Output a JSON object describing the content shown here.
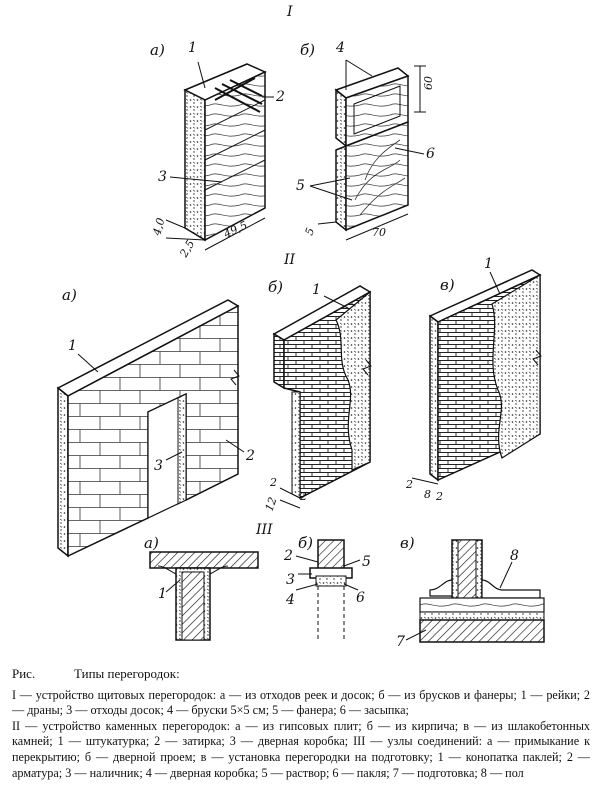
{
  "section_labels": {
    "s1": "I",
    "s2": "II",
    "s3": "III"
  },
  "panel_letters": {
    "a": "а)",
    "b": "б)",
    "v": "в)"
  },
  "part_I": {
    "a_labels": [
      "1",
      "2",
      "3"
    ],
    "a_dims": {
      "thickness": "4,0",
      "width": "49,5",
      "gap": "2,5"
    },
    "b_labels": [
      "4",
      "6",
      "5"
    ],
    "b_dims": {
      "height": "60",
      "width": "70",
      "thickness": "5"
    }
  },
  "part_II": {
    "a_labels": [
      "1",
      "2",
      "3"
    ],
    "b_labels": [
      "1"
    ],
    "b_dims": {
      "d1": "2",
      "d2": "2",
      "d3": "12"
    },
    "v_labels": [
      "1"
    ],
    "v_dims": {
      "d1": "2",
      "d2": "8",
      "d3": "2"
    }
  },
  "part_III": {
    "a_labels": [
      "1"
    ],
    "b_labels": [
      "2",
      "3",
      "4",
      "5",
      "6"
    ],
    "v_labels": [
      "8",
      "7"
    ]
  },
  "caption": {
    "title_prefix": "Рис.",
    "title": "Типы перегородок:",
    "lines": [
      "I — устройство щитовых перегородок: а — из отходов реек и досок; б — из брусков и фанеры; 1 — рейки; 2 — драны; 3 — отходы досок; 4 — бруски 5×5 см; 5 — фанера; 6 — засыпка;",
      "II — устройство каменных перегородок: а — из гипсовых плит; б — из кирпича; в — из шлакобетонных камней; 1 — штукатурка; 2 — затирка; 3 — дверная коробка; III — узлы соединений: а — примыкание к перекрытию; б — дверной проем; в — установка перегородки на подготовку; 1 — конопатка паклей; 2 — арматура; 3 — наличник; 4 — дверная коробка; 5 — раствор; 6 — пакля; 7 — подготовка; 8 — пол"
    ]
  }
}
